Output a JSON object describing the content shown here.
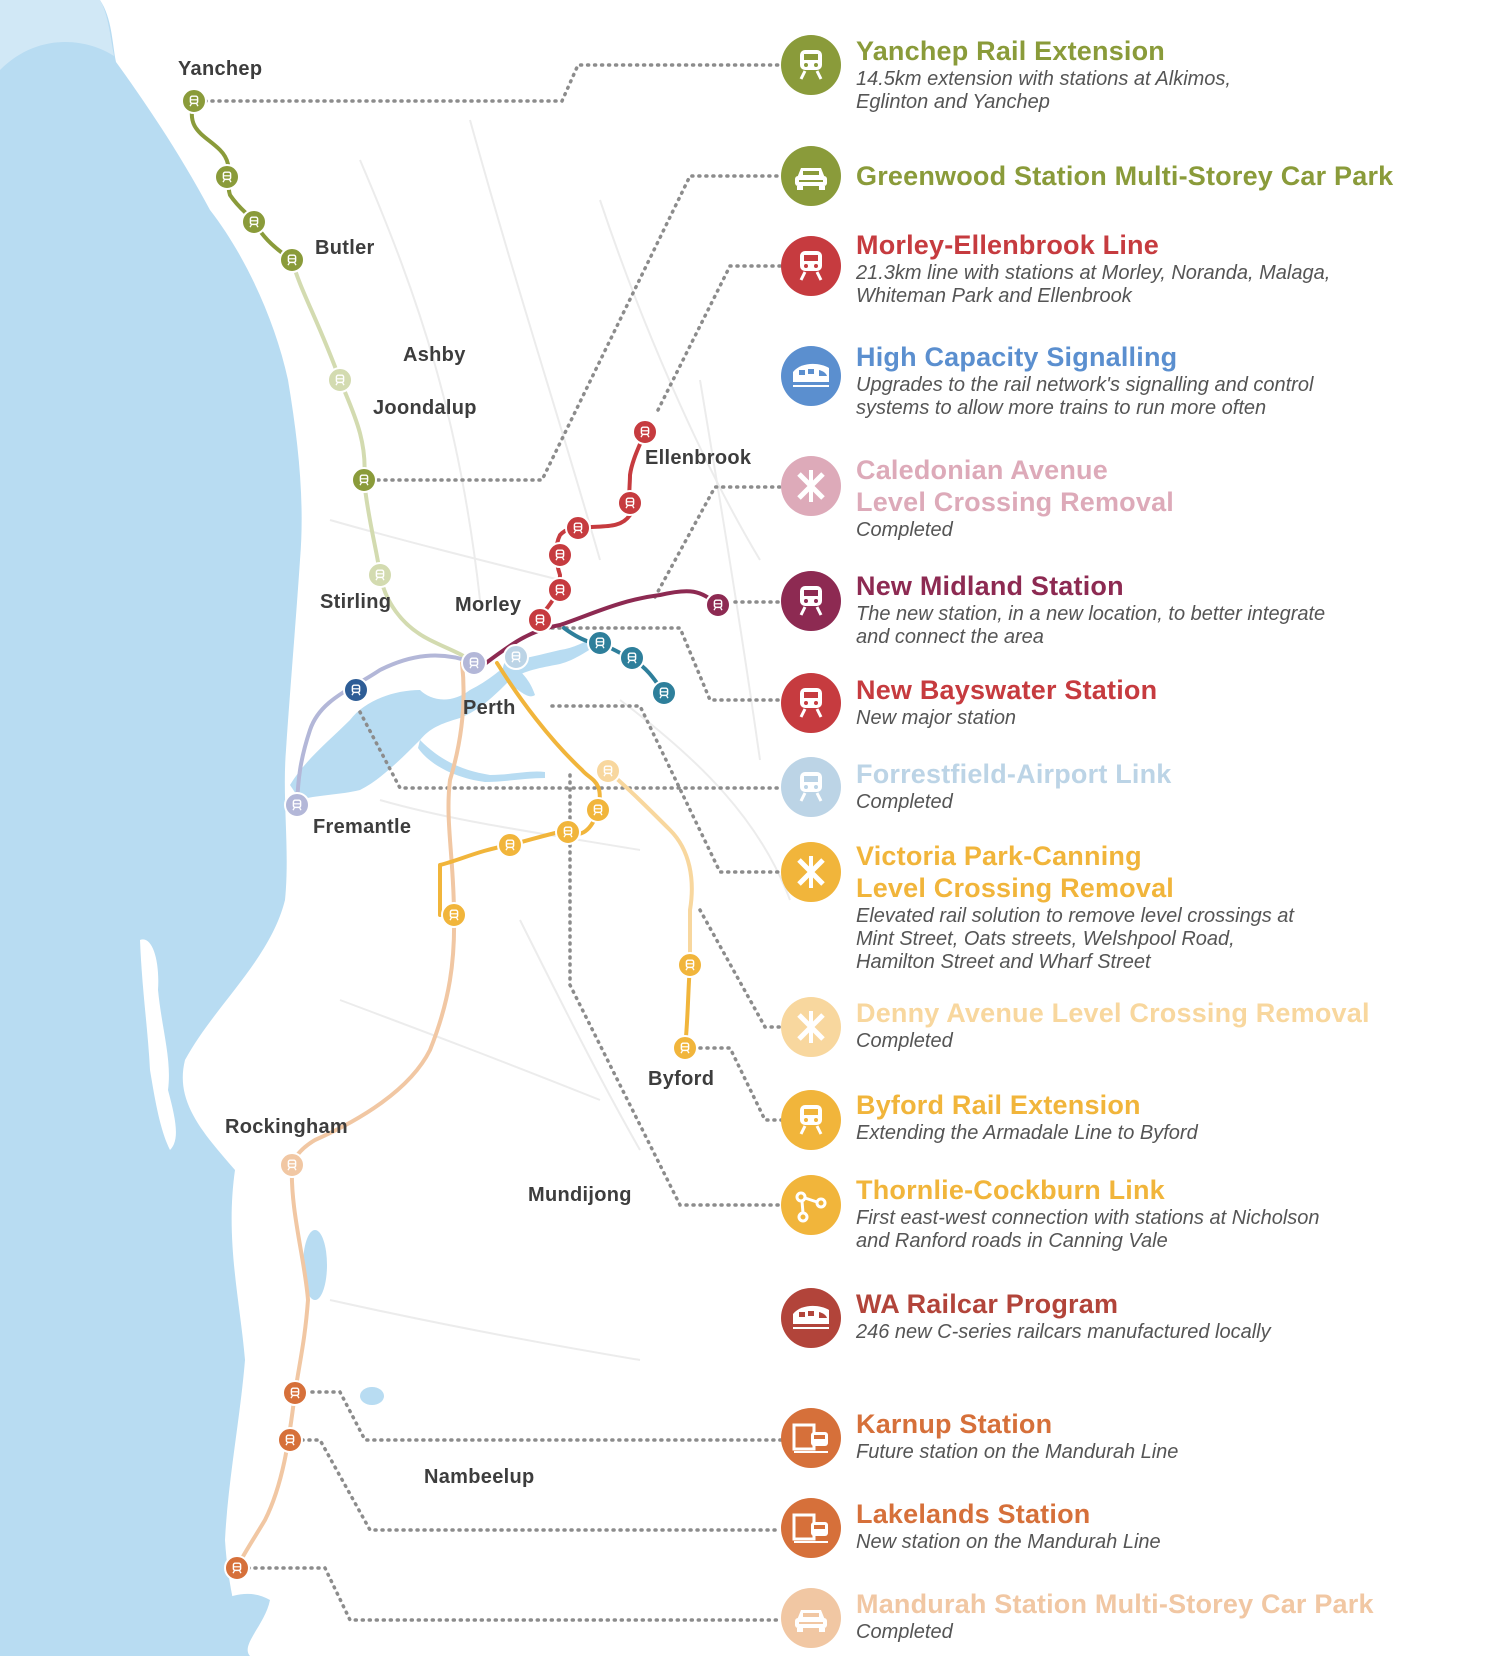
{
  "places": {
    "yanchep": "Yanchep",
    "butler": "Butler",
    "ashby": "Ashby",
    "joondalup": "Joondalup",
    "ellenbrook": "Ellenbrook",
    "stirling": "Stirling",
    "morley": "Morley",
    "perth": "Perth",
    "fremantle": "Fremantle",
    "byford": "Byford",
    "rockingham": "Rockingham",
    "mundijong": "Mundijong",
    "nambeelup": "Nambeelup"
  },
  "colors": {
    "green": "#8a9b3a",
    "green_light": "#d3dbb0",
    "red": "#c63b3f",
    "blue": "#5b8fcf",
    "pink": "#ddaab9",
    "plum": "#8d2a52",
    "light_blue": "#bcd4e6",
    "teal": "#2e7f9b",
    "navy": "#2e5d96",
    "lavender": "#b3b7d8",
    "orange": "#f1b53b",
    "pale_orange": "#f8d79e",
    "railcar_red": "#b2443a",
    "burnt_orange": "#d6703a",
    "peach": "#f1c7a3",
    "water": "#b8dcf2",
    "land": "#ffffff",
    "dotted": "#8c8c8c"
  },
  "projects": [
    {
      "title": "Yanchep Rail Extension",
      "desc1": "14.5km extension with stations at Alkimos,",
      "desc2": "Eglinton and Yanchep",
      "icon": "train-icon",
      "color": "#8a9b3a"
    },
    {
      "title": "Greenwood Station Multi-Storey Car Park",
      "icon": "car-icon",
      "color": "#8a9b3a"
    },
    {
      "title": "Morley-Ellenbrook Line",
      "desc1": "21.3km line with stations at Morley, Noranda, Malaga,",
      "desc2": "Whiteman Park and Ellenbrook",
      "icon": "train-icon",
      "color": "#c63b3f"
    },
    {
      "title": "High Capacity Signalling",
      "desc1": "Upgrades to the rail network's signalling and control",
      "desc2": "systems to allow more trains to run more often",
      "icon": "railcar-icon",
      "color": "#5b8fcf"
    },
    {
      "title1": "Caledonian Avenue",
      "title2": "Level Crossing Removal",
      "desc1": "Completed",
      "icon": "level-crossing-icon",
      "color": "#ddaab9"
    },
    {
      "title": "New Midland Station",
      "desc1": "The new station, in a new location, to better integrate",
      "desc2": "and connect the area",
      "icon": "train-icon",
      "color": "#8d2a52"
    },
    {
      "title": "New Bayswater Station",
      "desc1": "New major station",
      "icon": "train-icon",
      "color": "#c63b3f"
    },
    {
      "title": "Forrestfield-Airport Link",
      "desc1": "Completed",
      "icon": "train-icon",
      "color": "#bcd4e6"
    },
    {
      "title1": "Victoria Park-Canning",
      "title2": "Level Crossing Removal",
      "desc1": "Elevated rail solution to remove level crossings at",
      "desc2": "Mint Street, Oats streets, Welshpool Road,",
      "desc3": "Hamilton Street and Wharf Street",
      "icon": "level-crossing-icon",
      "color": "#f1b53b"
    },
    {
      "title": "Denny Avenue Level Crossing Removal",
      "desc1": "Completed",
      "icon": "level-crossing-icon",
      "color": "#f8d79e"
    },
    {
      "title": "Byford Rail Extension",
      "desc1": "Extending the Armadale Line to Byford",
      "icon": "train-icon",
      "color": "#f1b53b"
    },
    {
      "title": "Thornlie-Cockburn Link",
      "desc1": "First east-west connection with stations at Nicholson",
      "desc2": "and Ranford roads in Canning Vale",
      "icon": "link-icon",
      "color": "#f1b53b"
    },
    {
      "title": "WA Railcar Program",
      "desc1": "246 new C-series railcars manufactured locally",
      "icon": "railcar-icon",
      "color": "#b2443a"
    },
    {
      "title": "Karnup Station",
      "desc1": "Future station on the Mandurah Line",
      "icon": "station-icon",
      "color": "#d6703a"
    },
    {
      "title": "Lakelands Station",
      "desc1": "New station on the Mandurah Line",
      "icon": "station-icon",
      "color": "#d6703a"
    },
    {
      "title": "Mandurah Station Multi-Storey Car Park",
      "desc1": "Completed",
      "icon": "car-icon",
      "color": "#f1c7a3"
    }
  ]
}
